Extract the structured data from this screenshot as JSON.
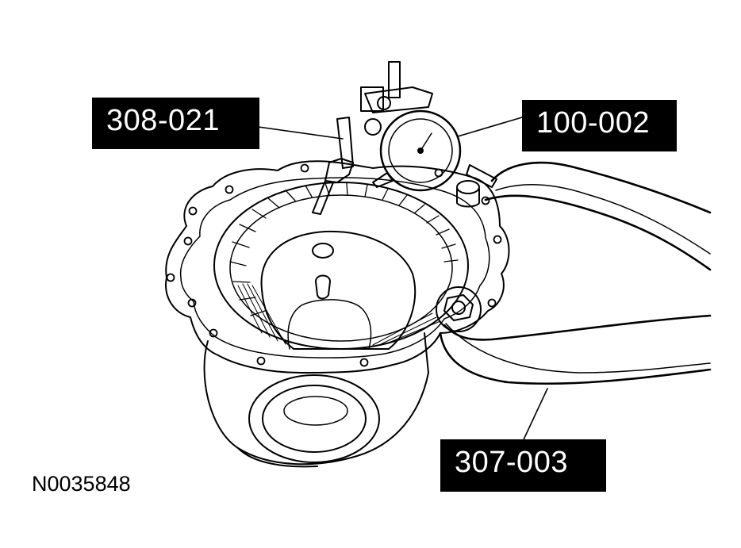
{
  "callouts": {
    "tool_308": "308-021",
    "tool_100": "100-002",
    "tool_307": "307-003"
  },
  "figure_id": "N0035848",
  "colors": {
    "ink": "#000000",
    "paper": "#ffffff"
  }
}
